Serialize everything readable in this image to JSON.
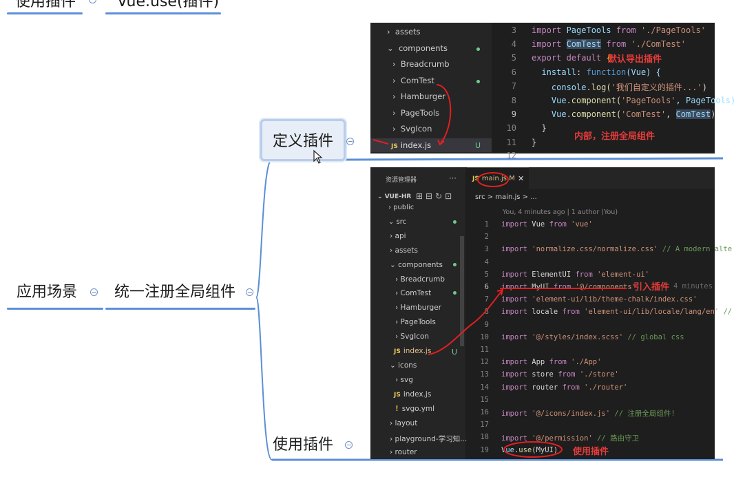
{
  "mindmap": {
    "top_node_left": "使用插件",
    "top_node_right": "Vue.use(插件)",
    "root": "应用场景",
    "middle": "统一注册全局组件",
    "child_define": "定义插件",
    "child_use": "使用插件"
  },
  "editor_top": {
    "tree": [
      {
        "label": "assets",
        "arrow": ">"
      },
      {
        "label": "components",
        "arrow": "v"
      },
      {
        "label": "Breadcrumb",
        "arrow": ">"
      },
      {
        "label": "ComTest",
        "arrow": ">"
      },
      {
        "label": "Hamburger",
        "arrow": ">"
      },
      {
        "label": "PageTools",
        "arrow": ">"
      },
      {
        "label": "SvgIcon",
        "arrow": ">"
      },
      {
        "label": "index.js",
        "icon": "JS"
      }
    ],
    "modified_flag": "U",
    "line_numbers": [
      "3",
      "4",
      "5",
      "6",
      "7",
      "8",
      "9",
      "10",
      "11",
      "12"
    ],
    "code": [
      [
        "import ",
        "PageTools",
        " from ",
        "'./PageTools'"
      ],
      [
        "import ",
        "ComTest",
        " from ",
        "'./ComTest'"
      ],
      [
        "export default ",
        "{"
      ],
      [
        "  install",
        ": ",
        "function",
        "(Vue) {"
      ],
      [
        "    console",
        ".log(",
        "'我们自定义的插件...'",
        ")"
      ],
      [
        "    Vue",
        ".component(",
        "'PageTools'",
        ", PageTools)"
      ],
      [
        "    Vue",
        ".component(",
        "'ComTest'",
        ", ",
        "ComTest",
        ")"
      ],
      [
        "  }"
      ],
      [
        "}"
      ]
    ],
    "note_export": "默认导出插件",
    "note_inner": "内部，注册全局组件"
  },
  "editor_main": {
    "explorer_title": "资源管理器",
    "explorer_more": "···",
    "project": "VUE-HR",
    "tab_label": "main.js",
    "tab_flag": "M",
    "tab_close": "✕",
    "breadcrumb": "src  >  main.js  > ...",
    "blame": "You, 4 minutes ago | 1 author (You)",
    "tree": [
      {
        "label": "public",
        "arrow": ">"
      },
      {
        "label": "src",
        "arrow": "v"
      },
      {
        "label": "api",
        "arrow": ">"
      },
      {
        "label": "assets",
        "arrow": ">"
      },
      {
        "label": "components",
        "arrow": "v"
      },
      {
        "label": "Breadcrumb",
        "arrow": ">"
      },
      {
        "label": "ComTest",
        "arrow": ">"
      },
      {
        "label": "Hamburger",
        "arrow": ">"
      },
      {
        "label": "PageTools",
        "arrow": ">"
      },
      {
        "label": "SvgIcon",
        "arrow": ">"
      },
      {
        "label": "index.js",
        "icon": "JS"
      },
      {
        "label": "icons",
        "arrow": "v"
      },
      {
        "label": "svg",
        "arrow": ">"
      },
      {
        "label": "index.js",
        "icon": "JS"
      },
      {
        "label": "svgo.yml",
        "icon": "!"
      },
      {
        "label": "layout",
        "arrow": ">"
      },
      {
        "label": "playground-学习知...",
        "arrow": ">"
      },
      {
        "label": "router",
        "arrow": ">"
      }
    ],
    "modified_flag": "U",
    "line_numbers": [
      "1",
      "2",
      "3",
      "4",
      "5",
      "6",
      "7",
      "8",
      "9",
      "10",
      "11",
      "12",
      "13",
      "14",
      "15",
      "16",
      "17",
      "18",
      "19"
    ],
    "code": [
      "import Vue from 'vue'",
      "",
      "import 'normalize.css/normalize.css' // A modern alte",
      "",
      "import ElementUI from 'element-ui'",
      "import MyUI from '@/components'",
      "import 'element-ui/lib/theme-chalk/index.css'",
      "import locale from 'element-ui/lib/locale/lang/en' //",
      "",
      "import '@/styles/index.scss' // global css",
      "",
      "import App from './App'",
      "import store from './store'",
      "import router from './router'",
      "",
      "import '@/icons/index.js' // 注册全局组件!",
      "",
      "import '@/permission' // 路由守卫",
      "Vue.use(MyUI)"
    ],
    "inline_blame": "4 minutes",
    "note_import": "引入插件",
    "note_use": "使用插件"
  }
}
